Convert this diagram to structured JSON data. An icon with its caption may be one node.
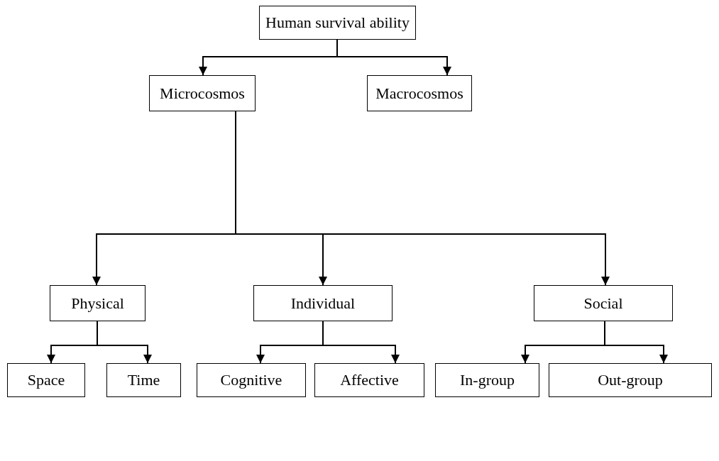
{
  "diagram": {
    "nodes": [
      {
        "text": [
          "Human survival ability"
        ]
      },
      {
        "text": [
          "Microcosmos"
        ]
      },
      {
        "text": [
          "Macrocosmos"
        ]
      },
      {
        "text": [
          "Physical"
        ]
      },
      {
        "text": [
          "Individual"
        ]
      },
      {
        "text": [
          "Social"
        ]
      },
      {
        "text": [
          "Space"
        ]
      },
      {
        "text": [
          "Time"
        ]
      },
      {
        "text": [
          "Cognitive"
        ]
      },
      {
        "text": [
          "Affective"
        ]
      },
      {
        "text": [
          "In-group"
        ]
      },
      {
        "text": [
          "Out-group"
        ]
      }
    ],
    "edges": [
      {
        "from": 0,
        "to": 1,
        "arrow": "to"
      },
      {
        "from": 0,
        "to": 2,
        "arrow": "to"
      },
      {
        "from": 1,
        "to": 3,
        "arrow": "to"
      },
      {
        "from": 1,
        "to": 4,
        "arrow": "to"
      },
      {
        "from": 1,
        "to": 5,
        "arrow": "to"
      },
      {
        "from": 3,
        "to": 6,
        "arrow": "to"
      },
      {
        "from": 3,
        "to": 7,
        "arrow": "to"
      },
      {
        "from": 4,
        "to": 8,
        "arrow": "to"
      },
      {
        "from": 4,
        "to": 9,
        "arrow": "to"
      },
      {
        "from": 5,
        "to": 10,
        "arrow": "to"
      },
      {
        "from": 5,
        "to": 11,
        "arrow": "to"
      }
    ]
  }
}
